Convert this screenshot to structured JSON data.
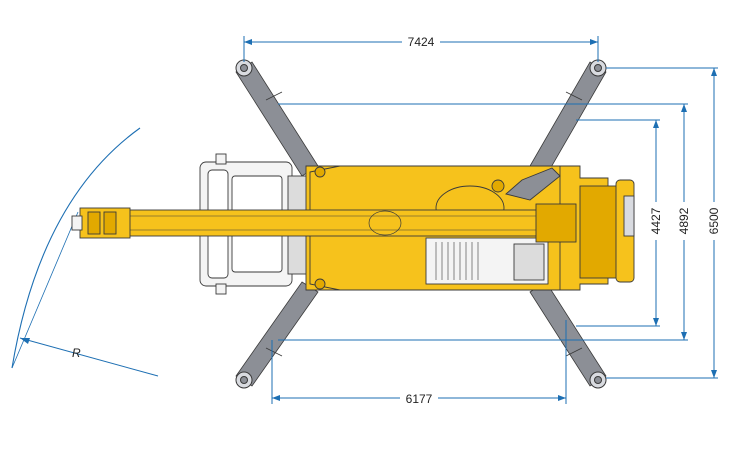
{
  "dimensions": {
    "top_width": "7424",
    "bottom_width": "6177",
    "inner_span": "4427",
    "middle_span": "4892",
    "outer_span": "6500",
    "radius_label": "R"
  },
  "colors": {
    "crane_yellow": "#f6c21c",
    "crane_yellow_dark": "#e2a900",
    "outrigger_grey": "#8c8f96",
    "outline": "#3a3a3a",
    "dimension_blue": "#1d6fb3",
    "cab_white": "#f4f4f4"
  }
}
